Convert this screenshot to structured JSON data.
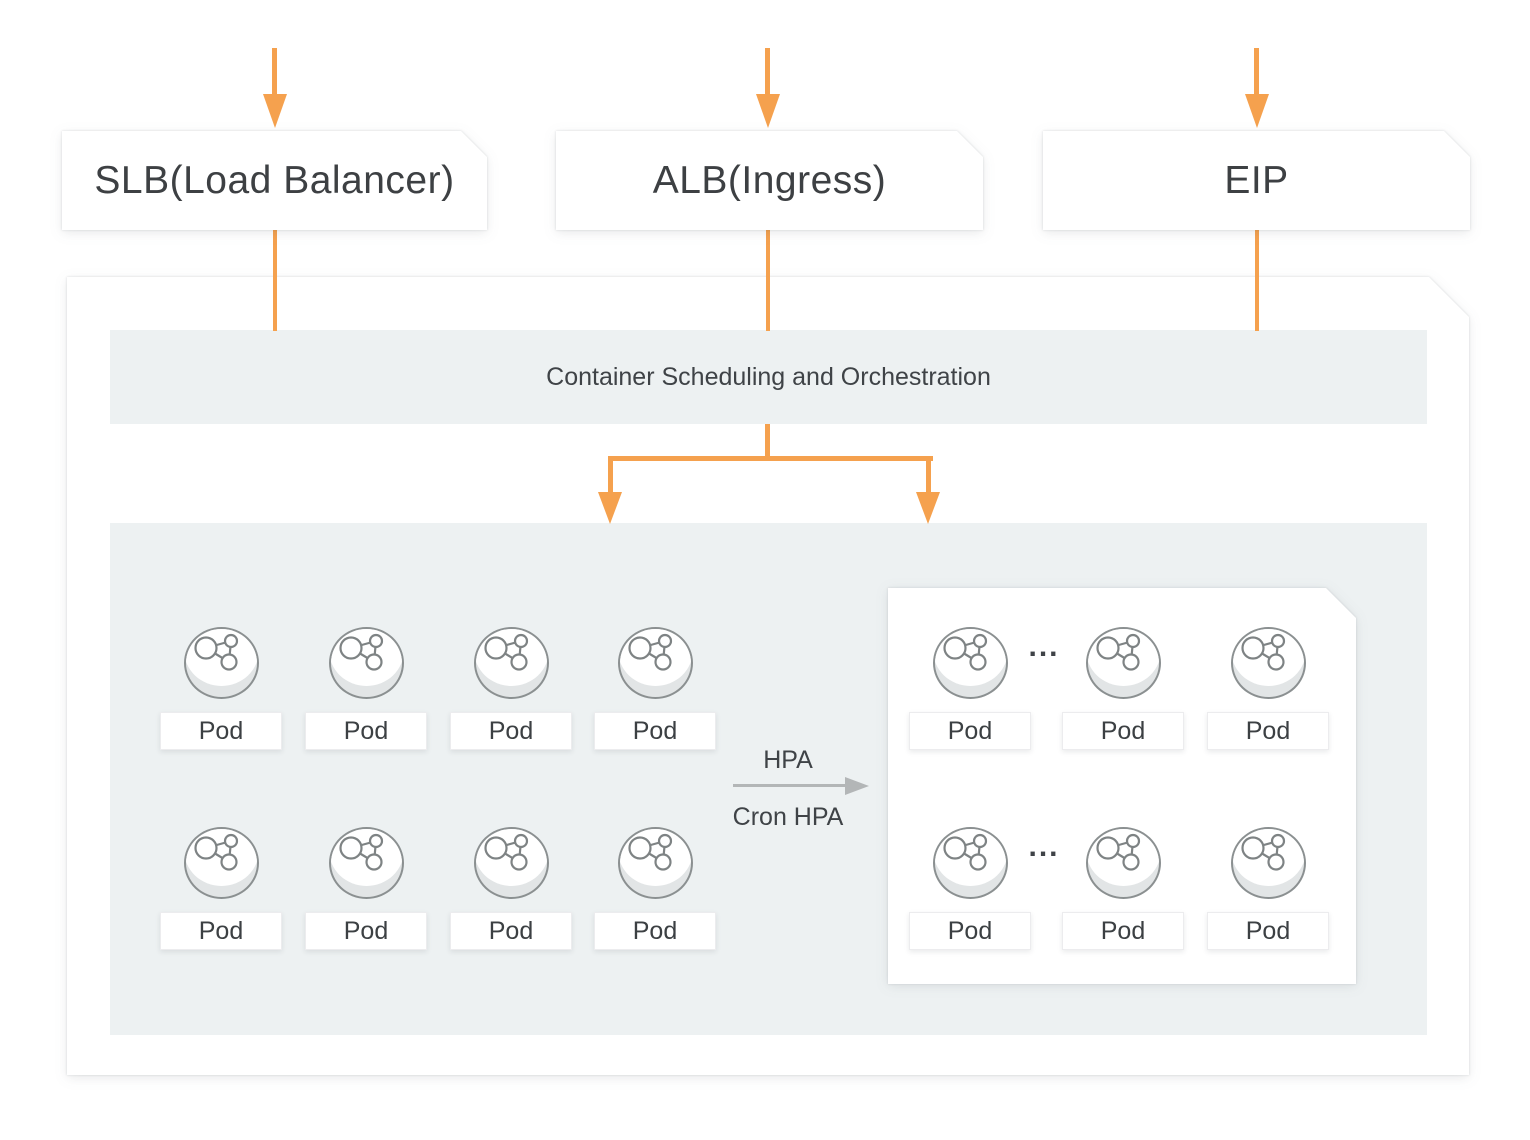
{
  "colors": {
    "accent_orange": "#F5A14E",
    "panel_bg": "#EDF1F2",
    "hpa_arrow_gray": "#B3B6B7",
    "node_border_gray": "#8B9091",
    "text_dark": "#3E4245"
  },
  "top_nodes": [
    {
      "label": "SLB(Load Balancer)"
    },
    {
      "label": "ALB(Ingress)"
    },
    {
      "label": "EIP"
    }
  ],
  "cluster": {
    "banner_label": "Container Scheduling and Orchestration"
  },
  "scaling": {
    "hpa_label": "HPA",
    "cron_hpa_label": "Cron HPA"
  },
  "pods": {
    "label": "Pod",
    "ellipsis": "...",
    "left_group_count": 8,
    "right_group_count": 6
  }
}
